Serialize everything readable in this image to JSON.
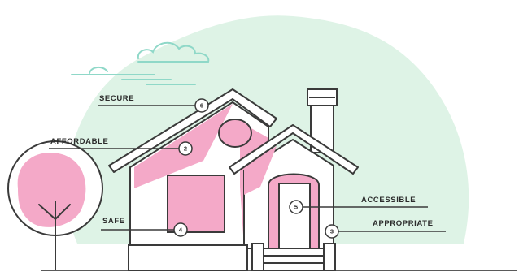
{
  "colors": {
    "ink": "#3a3a3a",
    "mint": "#def3e6",
    "pink": "#f4a9c8",
    "cloud": "#8fd8c8",
    "ground": "#5a5a5a"
  },
  "labels": {
    "secure": {
      "text": "SECURE",
      "number": "6"
    },
    "affordable": {
      "text": "AFFORDABLE",
      "number": "2"
    },
    "safe": {
      "text": "SAFE",
      "number": "4"
    },
    "accessible": {
      "text": "ACCESSIBLE",
      "number": "5"
    },
    "appropriate": {
      "text": "APPROPRIATE",
      "number": "3"
    }
  }
}
